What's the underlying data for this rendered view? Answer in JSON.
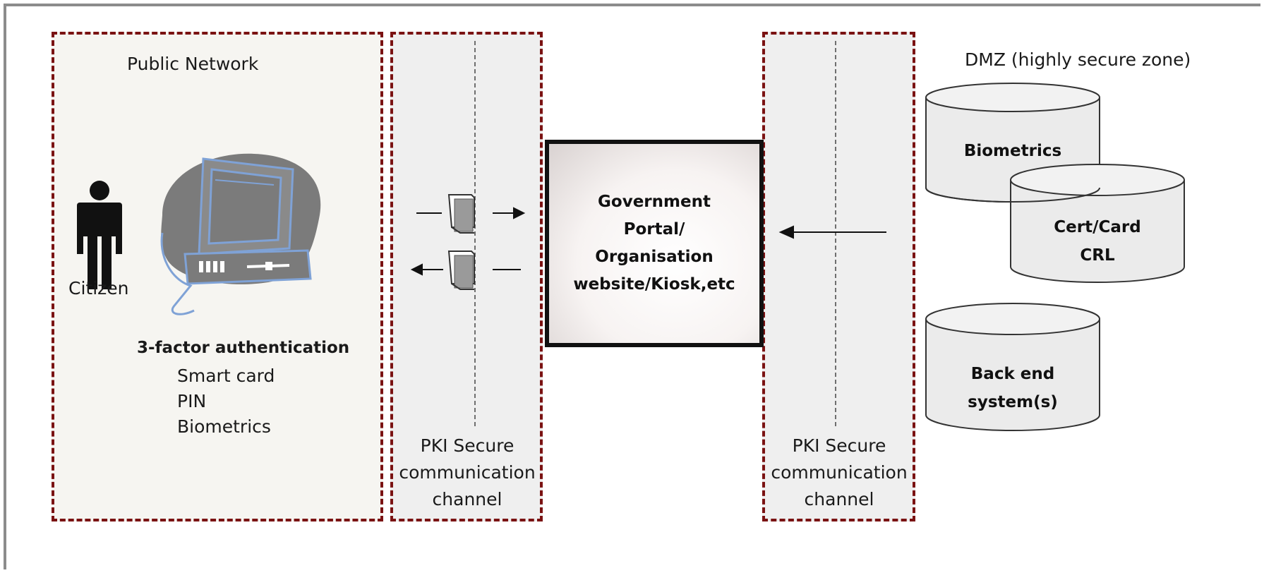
{
  "public_network": {
    "title": "Public Network",
    "actor_label": "Citizen",
    "auth_title": "3-factor authentication",
    "auth_factors": [
      "Smart card",
      "PIN",
      "Biometrics"
    ]
  },
  "channel_left": {
    "label_line1": "PKI Secure",
    "label_line2": "communication",
    "label_line3": "channel"
  },
  "portal": {
    "label": "Government\nPortal/\nOrganisation\nwebsite/Kiosk,etc"
  },
  "channel_right": {
    "label_line1": "PKI Secure",
    "label_line2": "communication",
    "label_line3": "channel"
  },
  "dmz": {
    "title": "DMZ (highly secure zone)",
    "databases": [
      {
        "label": "Biometrics"
      },
      {
        "label": "Cert/Card\nCRL"
      },
      {
        "label": "Back end\nsystem(s)"
      }
    ]
  },
  "colors": {
    "zone_border": "#7a1212",
    "computer_fill": "#7b7b7b",
    "computer_outline": "#7fa2d6"
  },
  "icons": [
    "person-icon",
    "computer-icon",
    "document-icon",
    "arrow-icon",
    "database-icon"
  ]
}
